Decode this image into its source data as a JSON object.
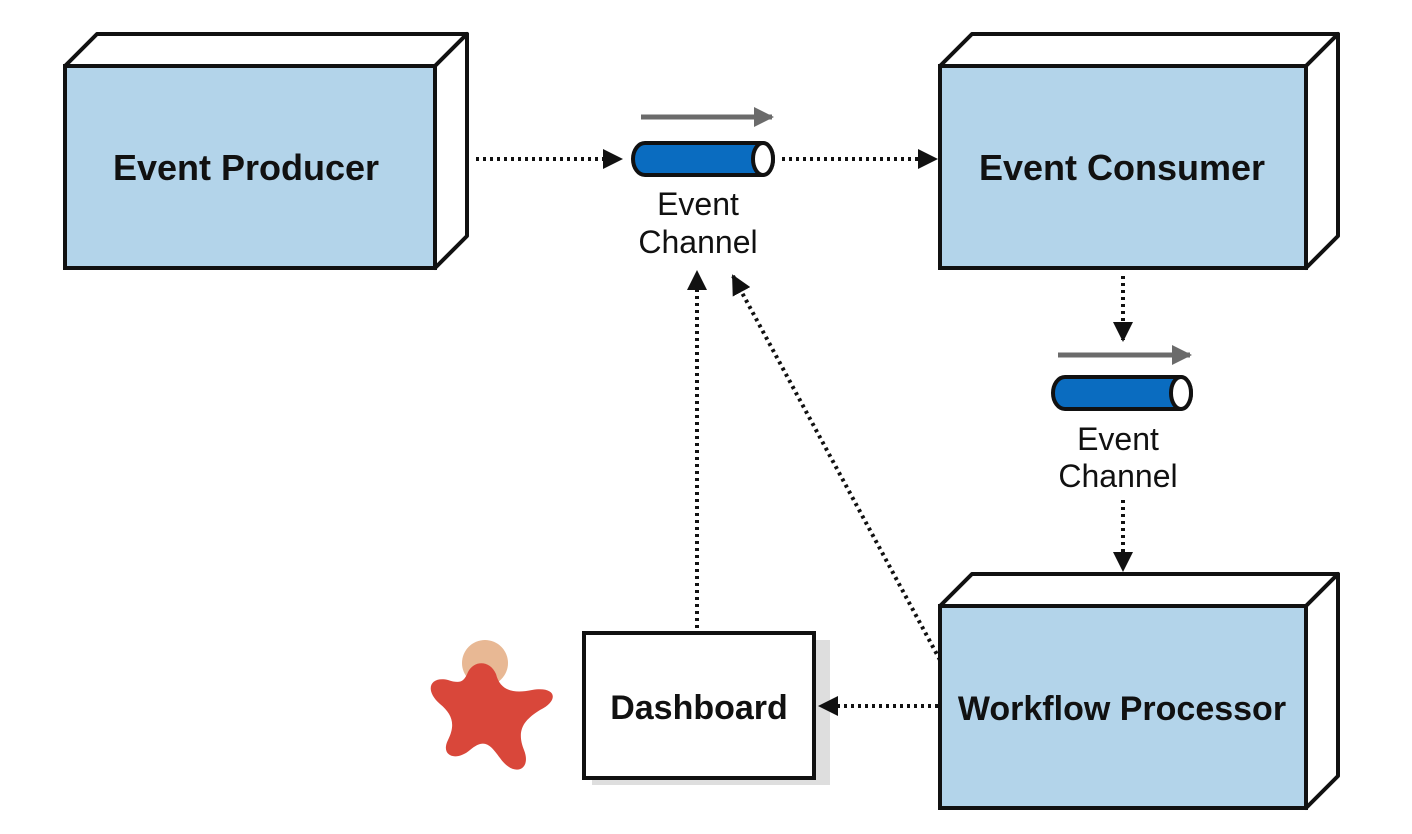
{
  "nodes": {
    "event_producer": "Event Producer",
    "event_consumer": "Event Consumer",
    "workflow_processor": "Workflow Processor",
    "dashboard": "Dashboard"
  },
  "channels": {
    "top": {
      "line1": "Event",
      "line2": "Channel"
    },
    "right": {
      "line1": "Event",
      "line2": "Channel"
    }
  },
  "colors": {
    "box_fill": "#b3d4ea",
    "channel_fill": "#0a6cc0",
    "flow_arrow": "#6b6b6b",
    "user_body": "#d9473a",
    "user_head": "#e8b894"
  },
  "icons": {
    "user": "user-figure-icon"
  }
}
